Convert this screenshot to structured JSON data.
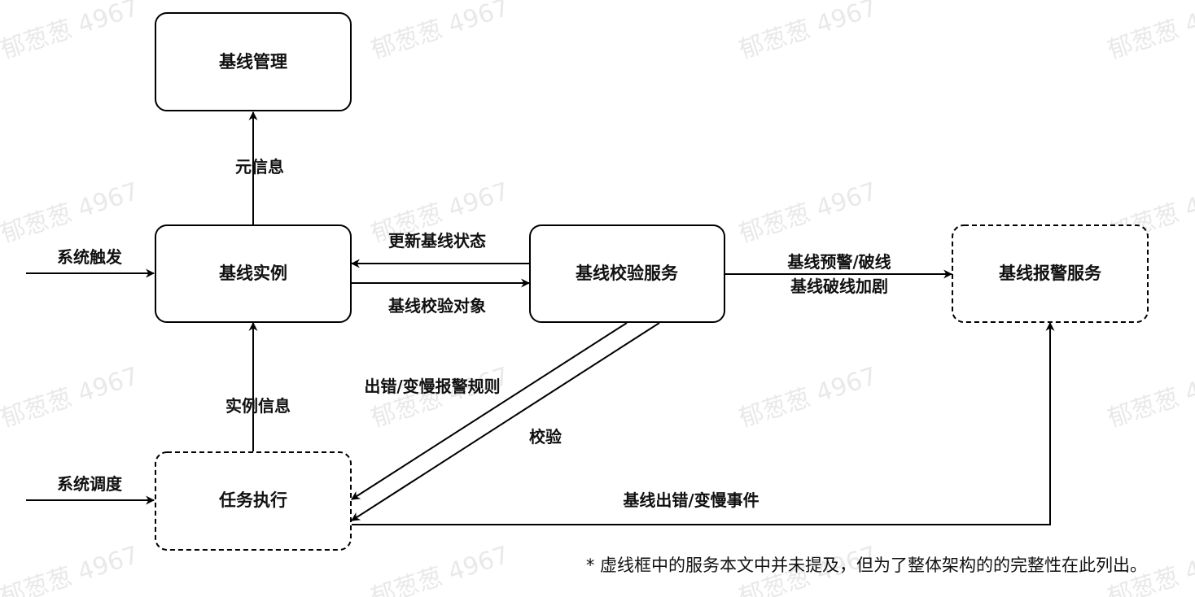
{
  "watermark": "郁葱葱 4967",
  "nodes": {
    "baseline_mgmt": "基线管理",
    "baseline_instance": "基线实例",
    "baseline_check": "基线校验服务",
    "baseline_alarm": "基线报警服务",
    "task_exec": "任务执行"
  },
  "edges": {
    "meta_info": "元信息",
    "system_trigger": "系统触发",
    "update_state": "更新基线状态",
    "check_object": "基线校验对象",
    "warn_break_1": "基线预警/破线",
    "warn_break_2": "基线破线加剧",
    "instance_info": "实例信息",
    "system_schedule": "系统调度",
    "error_rule": "出错/变慢报警规则",
    "check": "校验",
    "error_event": "基线出错/变慢事件"
  },
  "note": "* 虚线框中的服务本文中并未提及，但为了整体架构的的完整性在此列出。",
  "colors": {
    "stroke": "#000000",
    "watermark": "#e9e9e9",
    "text": "#111111"
  }
}
